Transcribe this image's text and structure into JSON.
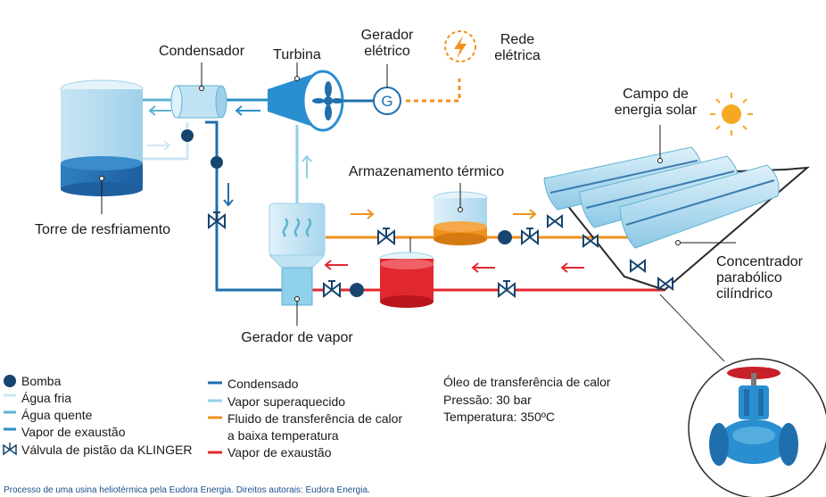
{
  "labels": {
    "condenser": "Condensador",
    "turbine": "Turbina",
    "generator_line1": "Gerador",
    "generator_line2": "elétrico",
    "grid_line1": "Rede",
    "grid_line2": "elétrica",
    "solar_field_line1": "Campo de",
    "solar_field_line2": "energia solar",
    "thermal_storage": "Armazenamento térmico",
    "cooling_tower": "Torre de resfriamento",
    "concentrator_line1": "Concentrador",
    "concentrator_line2": "parabólico",
    "concentrator_line3": "cilíndrico",
    "steam_generator": "Gerador de vapor",
    "generator_symbol": "G"
  },
  "legend_left": [
    {
      "label": "Bomba",
      "kind": "pump"
    },
    {
      "label": "Água fria",
      "kind": "line",
      "color": "#cde8f4"
    },
    {
      "label": "Água quente",
      "kind": "line",
      "color": "#5fb3d4"
    },
    {
      "label": "Vapor de exaustão",
      "kind": "line",
      "color": "#2b8fc4"
    },
    {
      "label": "Válvula de pistão da KLINGER",
      "kind": "valve"
    }
  ],
  "legend_right": [
    {
      "label": "Condensado",
      "color": "#1f6fad"
    },
    {
      "label": "Vapor superaquecido",
      "color": "#8fd0ea"
    },
    {
      "label": "Fluido de transferência de calor",
      "label2": "a baixa temperatura",
      "color": "#f0911e"
    },
    {
      "label": "Vapor de exaustão",
      "color": "#e0282e"
    }
  ],
  "oil_info": {
    "line1": "Óleo de transferência de calor",
    "line2": "Pressão: 30 bar",
    "line3": "Temperatura: 350ºC"
  },
  "credit": "Processo de uma usina heliotérmica pela Eudora Energia. Direitos autorais: Eudora Energia.",
  "colors": {
    "condensate": "#1f6fad",
    "cold_water": "#cde8f4",
    "hot_water": "#5fb3d4",
    "steam": "#8fd0ea",
    "htf_low": "#f0911e",
    "htf_hot": "#e0282e",
    "pump": "#16456f",
    "sun": "#f7a823",
    "valve_body": "#2a8fd0",
    "valve_wheel": "#c8202a"
  }
}
